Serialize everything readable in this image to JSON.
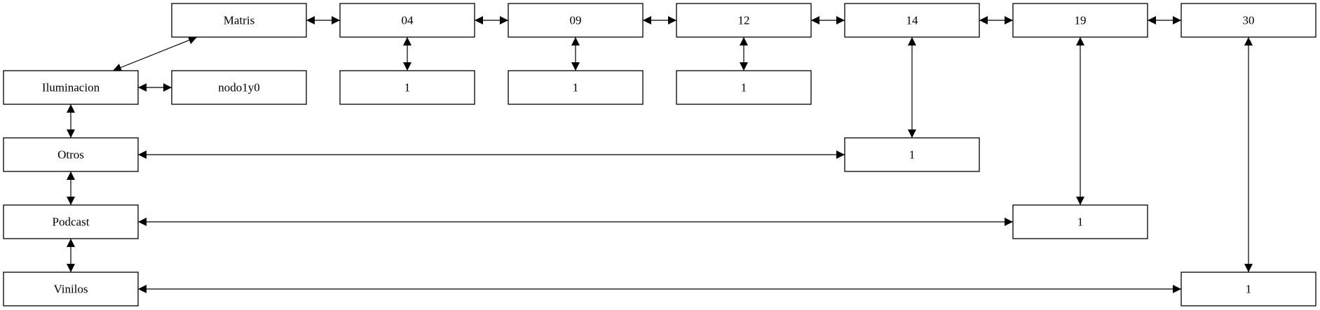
{
  "diagram": {
    "nodes": [
      {
        "id": "matris",
        "label": "Matris"
      },
      {
        "id": "c04",
        "label": "04"
      },
      {
        "id": "c09",
        "label": "09"
      },
      {
        "id": "c12",
        "label": "12"
      },
      {
        "id": "c14",
        "label": "14"
      },
      {
        "id": "c19",
        "label": "19"
      },
      {
        "id": "c30",
        "label": "30"
      },
      {
        "id": "iluminacion",
        "label": "Iluminacion"
      },
      {
        "id": "nodo1y0",
        "label": "nodo1y0"
      },
      {
        "id": "v04",
        "label": "1"
      },
      {
        "id": "v09",
        "label": "1"
      },
      {
        "id": "v12",
        "label": "1"
      },
      {
        "id": "otros",
        "label": "Otros"
      },
      {
        "id": "v14",
        "label": "1"
      },
      {
        "id": "podcast",
        "label": "Podcast"
      },
      {
        "id": "v19",
        "label": "1"
      },
      {
        "id": "vinilos",
        "label": "Vinilos"
      },
      {
        "id": "v30",
        "label": "1"
      }
    ],
    "edges": [
      {
        "from": "matris",
        "to": "c04"
      },
      {
        "from": "c04",
        "to": "c09"
      },
      {
        "from": "c09",
        "to": "c12"
      },
      {
        "from": "c12",
        "to": "c14"
      },
      {
        "from": "c14",
        "to": "c19"
      },
      {
        "from": "c19",
        "to": "c30"
      },
      {
        "from": "matris",
        "to": "iluminacion"
      },
      {
        "from": "iluminacion",
        "to": "nodo1y0"
      },
      {
        "from": "c04",
        "to": "v04"
      },
      {
        "from": "c09",
        "to": "v09"
      },
      {
        "from": "c12",
        "to": "v12"
      },
      {
        "from": "iluminacion",
        "to": "otros"
      },
      {
        "from": "otros",
        "to": "v14"
      },
      {
        "from": "c14",
        "to": "v14"
      },
      {
        "from": "otros",
        "to": "podcast"
      },
      {
        "from": "podcast",
        "to": "v19"
      },
      {
        "from": "c19",
        "to": "v19"
      },
      {
        "from": "podcast",
        "to": "vinilos"
      },
      {
        "from": "vinilos",
        "to": "v30"
      },
      {
        "from": "c30",
        "to": "v30"
      }
    ]
  }
}
